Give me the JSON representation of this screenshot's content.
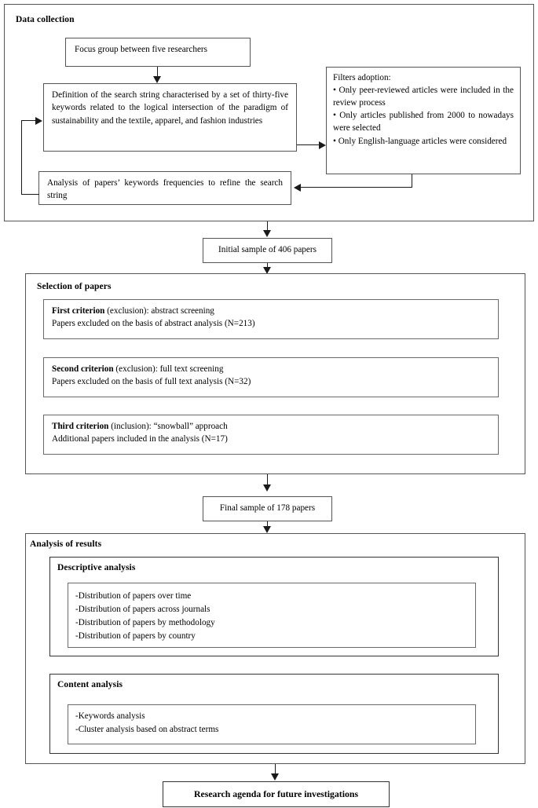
{
  "figure": {
    "type": "flowchart",
    "description": "Systematic literature review methodology flowchart"
  },
  "stages": {
    "data_collection": {
      "title": "Data collection",
      "focus_group": "Focus group between five researchers",
      "definition": "Definition of the search string characterised by a set of thirty-five keywords related to the logical intersection of the paradigm of sustainability and the textile, apparel, and fashion industries",
      "filters_heading": "Filters adoption:",
      "filters": [
        "• Only peer-reviewed articles were included in the review process",
        " • Only articles published from 2000 to nowadays were selected",
        "• Only English-language articles were considered"
      ],
      "keyword_analysis": "Analysis of papers’ keywords frequencies to refine the search string"
    },
    "initial_sample": "Initial sample of 406 papers",
    "selection_of_papers": {
      "title": "Selection of papers",
      "criteria": [
        {
          "label": "First criterion",
          "qualifier": " (exclusion): abstract screening",
          "detail": "Papers excluded on the basis of abstract analysis (N=213)"
        },
        {
          "label": "Second criterion",
          "qualifier": " (exclusion): full text screening",
          "detail": "Papers excluded on the basis of full text analysis (N=32)"
        },
        {
          "label": "Third criterion",
          "qualifier": " (inclusion): “snowball” approach",
          "detail": "Additional papers included in the analysis (N=17)"
        }
      ]
    },
    "final_sample": "Final sample of 178 papers",
    "analysis_of_results": {
      "title": "Analysis of results",
      "descriptive": {
        "title": "Descriptive analysis",
        "items": [
          "-Distribution of papers over time",
          "-Distribution of papers across journals",
          "-Distribution of papers by methodology",
          "-Distribution of papers by country"
        ]
      },
      "content": {
        "title": "Content analysis",
        "items": [
          "-Keywords analysis",
          "-Cluster analysis based on abstract terms"
        ]
      }
    },
    "research_agenda": "Research agenda for future investigations"
  },
  "colors": {
    "stroke": "#555555",
    "line": "#1a1a1a",
    "background": "#ffffff",
    "text": "#000000"
  }
}
